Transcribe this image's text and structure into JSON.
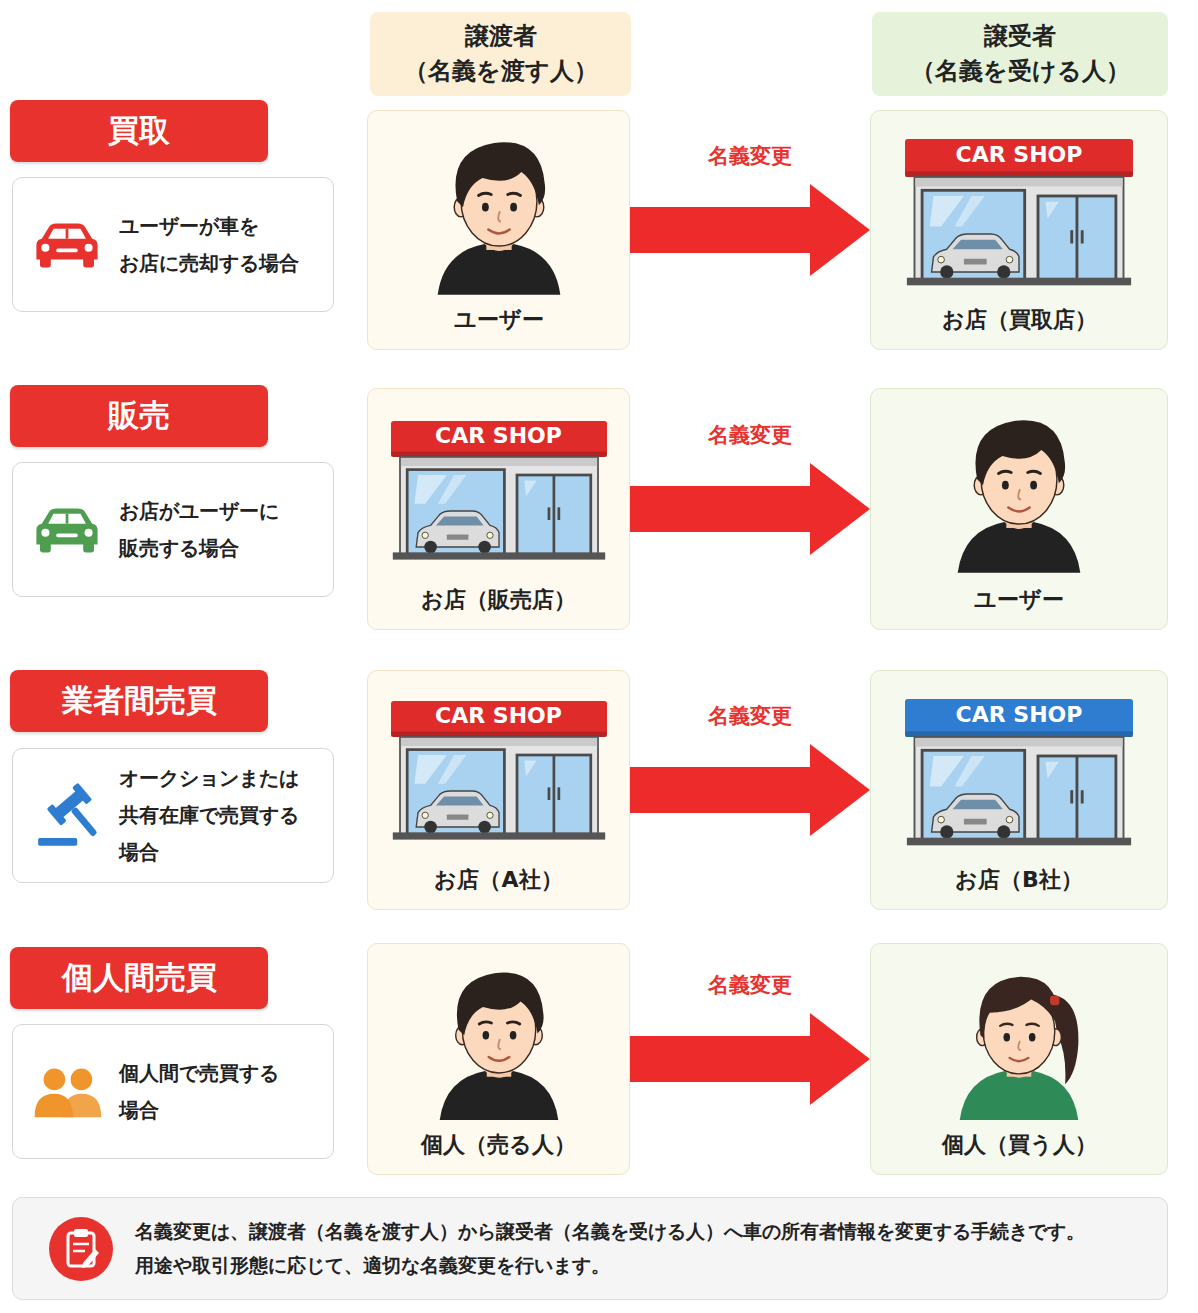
{
  "diagram": {
    "nodes": [
      {
        "text": [
          "譲渡者",
          "（名義を渡す人）"
        ]
      },
      {
        "text": [
          "譲受者",
          "（名義を受ける人）"
        ]
      },
      {
        "text": [
          "買取"
        ]
      },
      {
        "text": [
          "ユーザーが車を お店に売却する場合"
        ]
      },
      {
        "text": [
          "ユーザー"
        ]
      },
      {
        "text": [
          "お店（買取店）"
        ]
      },
      {
        "text": [
          "販売"
        ]
      },
      {
        "text": [
          "お店がユーザーに 販売する場合"
        ]
      },
      {
        "text": [
          "お店（販売店）"
        ]
      },
      {
        "text": [
          "ユーザー"
        ]
      },
      {
        "text": [
          "業者間売買"
        ]
      },
      {
        "text": [
          "オークションまたは 共有在庫で売買する 場合"
        ]
      },
      {
        "text": [
          "お店（A社）"
        ]
      },
      {
        "text": [
          "お店（B社）"
        ]
      },
      {
        "text": [
          "個人間売買"
        ]
      },
      {
        "text": [
          "個人間で売買する 場合"
        ]
      },
      {
        "text": [
          "個人（売る人）"
        ]
      },
      {
        "text": [
          "個人（買う人）"
        ]
      },
      {
        "text": [
          "名義変更は、譲渡者（名義を渡す人）から譲受者（名義を受ける人）へ車の所有者情報を変更する手続きです。 用途や取引形態に応じて、適切な名義変更を行います。"
        ]
      }
    ],
    "edges": [
      {
        "from": 4,
        "to": 5,
        "label": "名義変更",
        "arrow": "to"
      },
      {
        "from": 8,
        "to": 9,
        "label": "名義変更",
        "arrow": "to"
      },
      {
        "from": 12,
        "to": 13,
        "label": "名義変更",
        "arrow": "to"
      },
      {
        "from": 16,
        "to": 17,
        "label": "名義変更",
        "arrow": "to"
      }
    ],
    "labels": [
      "CAR SHOP",
      "CAR SHOP",
      "CAR SHOP",
      "CAR SHOP"
    ]
  }
}
